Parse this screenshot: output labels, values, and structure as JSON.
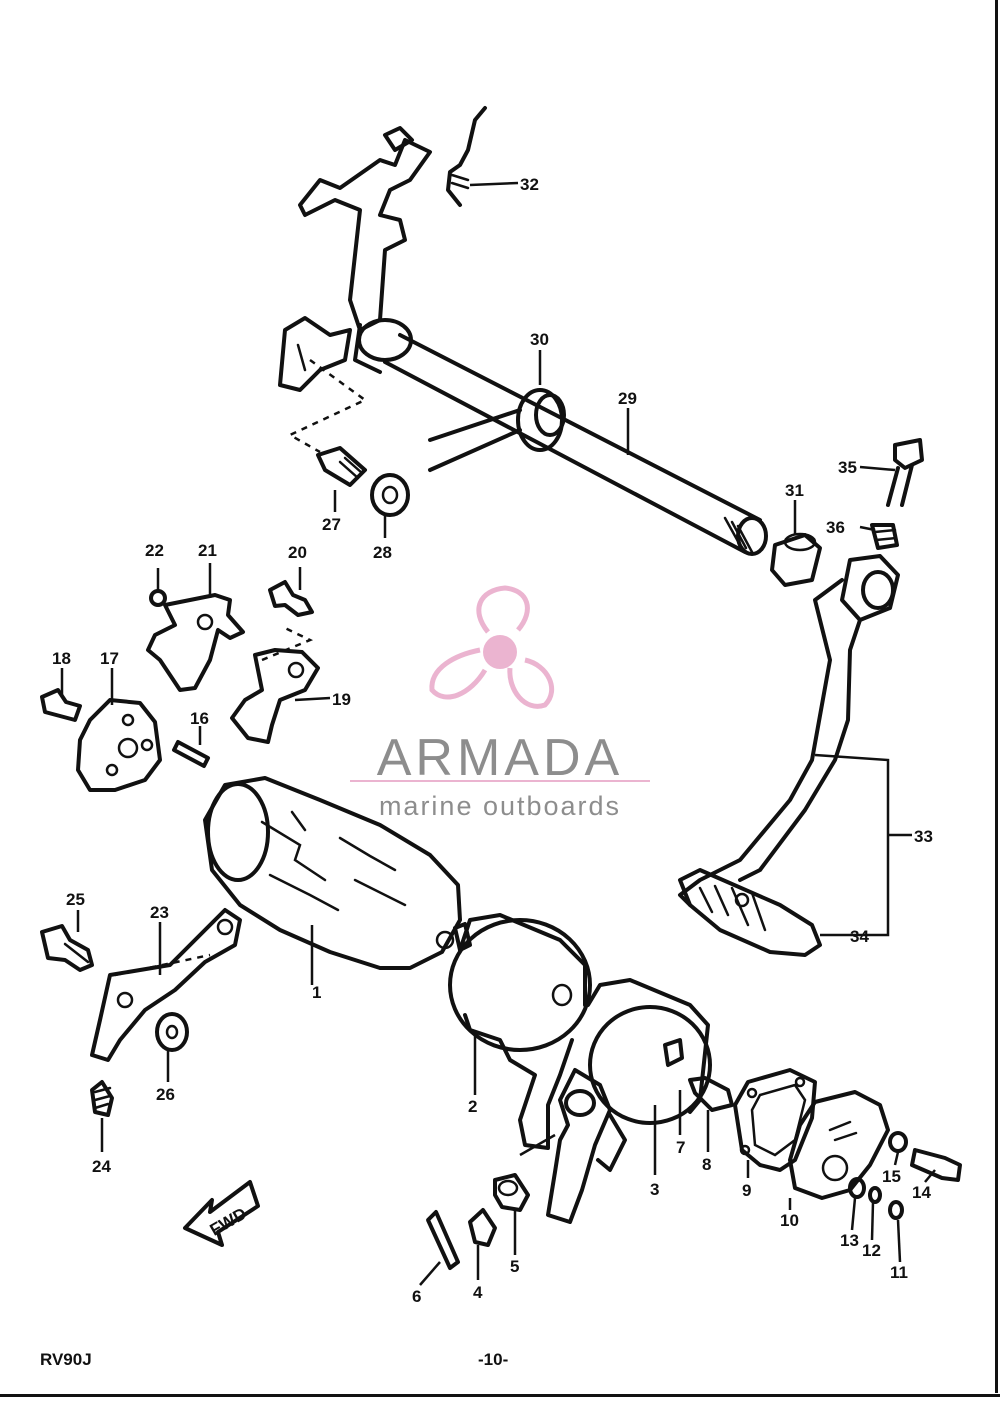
{
  "header": {
    "title": ""
  },
  "watermark": {
    "brand": "ARMADA",
    "tagline": "marine outboards",
    "brand_color": "#7a7a7a",
    "logo_color": "#e8a8c8"
  },
  "footer": {
    "model": "RV90J",
    "page": "-10-"
  },
  "direction_marker": "FWD",
  "callouts": {
    "c1": "1",
    "c2": "2",
    "c3": "3",
    "c4": "4",
    "c5": "5",
    "c6": "6",
    "c7": "7",
    "c8": "8",
    "c9": "9",
    "c10": "10",
    "c11": "11",
    "c12": "12",
    "c13": "13",
    "c14": "14",
    "c15": "15",
    "c16": "16",
    "c17": "17",
    "c18": "18",
    "c19": "19",
    "c20": "20",
    "c21": "21",
    "c22": "22",
    "c23": "23",
    "c24": "24",
    "c25": "25",
    "c26": "26",
    "c27": "27",
    "c28": "28",
    "c29": "29",
    "c30": "30",
    "c31": "31",
    "c32": "32",
    "c33": "33",
    "c34": "34",
    "c35": "35",
    "c36": "36"
  }
}
